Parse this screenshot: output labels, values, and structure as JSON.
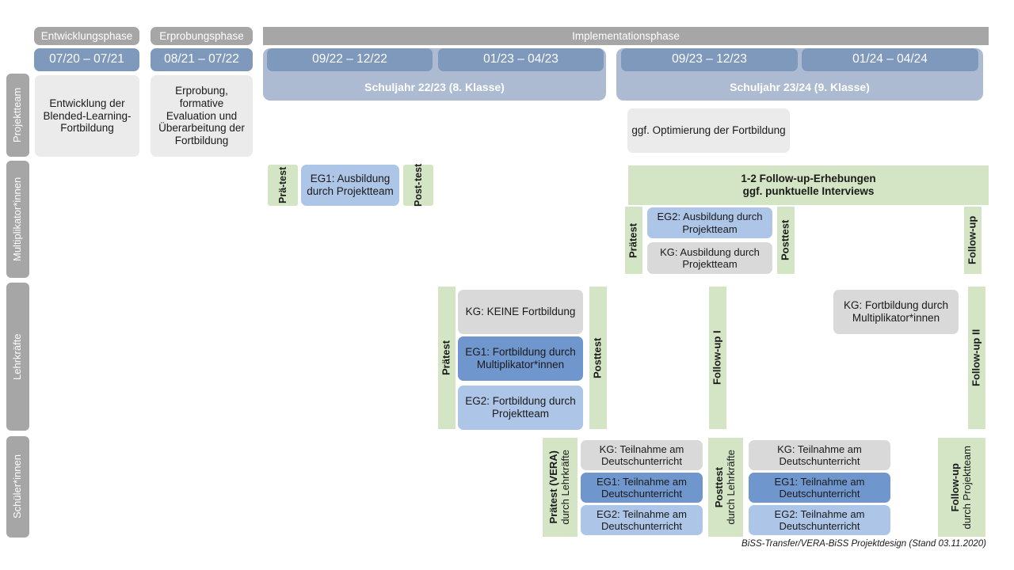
{
  "phases": [
    {
      "name": "Entwicklungsphase",
      "period": "07/20 – 07/21"
    },
    {
      "name": "Erprobungsphase",
      "period": "08/21 – 07/22"
    },
    {
      "name": "Implementationsphase"
    }
  ],
  "implementation": {
    "periods": [
      "09/22 – 12/22",
      "01/23 – 04/23",
      "09/23 – 12/23",
      "01/24 – 04/24"
    ],
    "school_years": [
      "Schuljahr 22/23 (8. Klasse)",
      "Schuljahr 23/24 (9. Klasse)"
    ]
  },
  "sidebar": {
    "items": [
      {
        "label": "Projektteam"
      },
      {
        "label": "Multiplikator*innen"
      },
      {
        "label": "Lehrkräfte"
      },
      {
        "label": "Schüler*innen"
      }
    ]
  },
  "projektteam": {
    "entwicklung": "Entwicklung der Blended-Learning-Fortbildung",
    "erprobung": "Erprobung, formative Evaluation und Überarbeitung der Fortbildung",
    "optimierung": "ggf. Optimierung der Fortbildung"
  },
  "multiplikatoren": {
    "praetest_early": {
      "line1": "Prä-",
      "line2": "test"
    },
    "eg1_ausbildung": "EG1: Ausbildung durch Projektteam",
    "posttest_early": {
      "line1": "Post-",
      "line2": "test"
    },
    "followup_band": {
      "line1": "1-2 Follow-up-Erhebungen",
      "line2": "ggf. punktuelle Interviews"
    },
    "praetest": "Prätest",
    "eg2_ausbildung": "EG2: Ausbildung durch Projektteam",
    "kg_ausbildung": "KG: Ausbildung durch Projektteam",
    "posttest": "Posttest",
    "followup": "Follow-up"
  },
  "lehrkraefte": {
    "praetest": "Prätest",
    "kg_keine": "KG: KEINE Fortbildung",
    "eg1_fortbildung": "EG1: Fortbildung durch Multiplikator*innen",
    "eg2_fortbildung": "EG2: Fortbildung durch Projektteam",
    "posttest": "Posttest",
    "followup_1": "Follow-up I",
    "kg_fortbildung": "KG: Fortbildung durch Multiplikator*innen",
    "followup_2": "Follow-up II"
  },
  "schueler": {
    "praetest": {
      "bold": "Prätest (VERA)",
      "sub": "durch Lehrkräfte"
    },
    "group1": [
      {
        "label": "KG: Teilnahme am Deutschunterricht",
        "style": "kg"
      },
      {
        "label": "EG1: Teilnahme am Deutschunterricht",
        "style": "eg1"
      },
      {
        "label": "EG2: Teilnahme am Deutschunterricht",
        "style": "eg2"
      }
    ],
    "posttest": {
      "bold": "Posttest",
      "sub": "durch Lehrkräfte"
    },
    "group2": [
      {
        "label": "KG: Teilnahme am Deutschunterricht",
        "style": "kg"
      },
      {
        "label": "EG1: Teilnahme am Deutschunterricht",
        "style": "eg1"
      },
      {
        "label": "EG2: Teilnahme am Deutschunterricht",
        "style": "eg2"
      }
    ],
    "followup": {
      "bold": "Follow-up",
      "sub": "durch Projektteam"
    }
  },
  "footer": {
    "text": "BiSS-Transfer/VERA-BiSS Projektdesign (Stand 03.11.2020)"
  },
  "colors": {
    "phase_header": "#a6a6a6",
    "date_bar": "#7e99bb",
    "school_year": "#adbbd2",
    "neutral_box": "#ebebeb",
    "kg": "#d9d9d9",
    "eg1": "#7096ce",
    "eg2": "#adc5e7",
    "test_green": "#d3e5c4",
    "sidebar": "#a6a6a6"
  }
}
